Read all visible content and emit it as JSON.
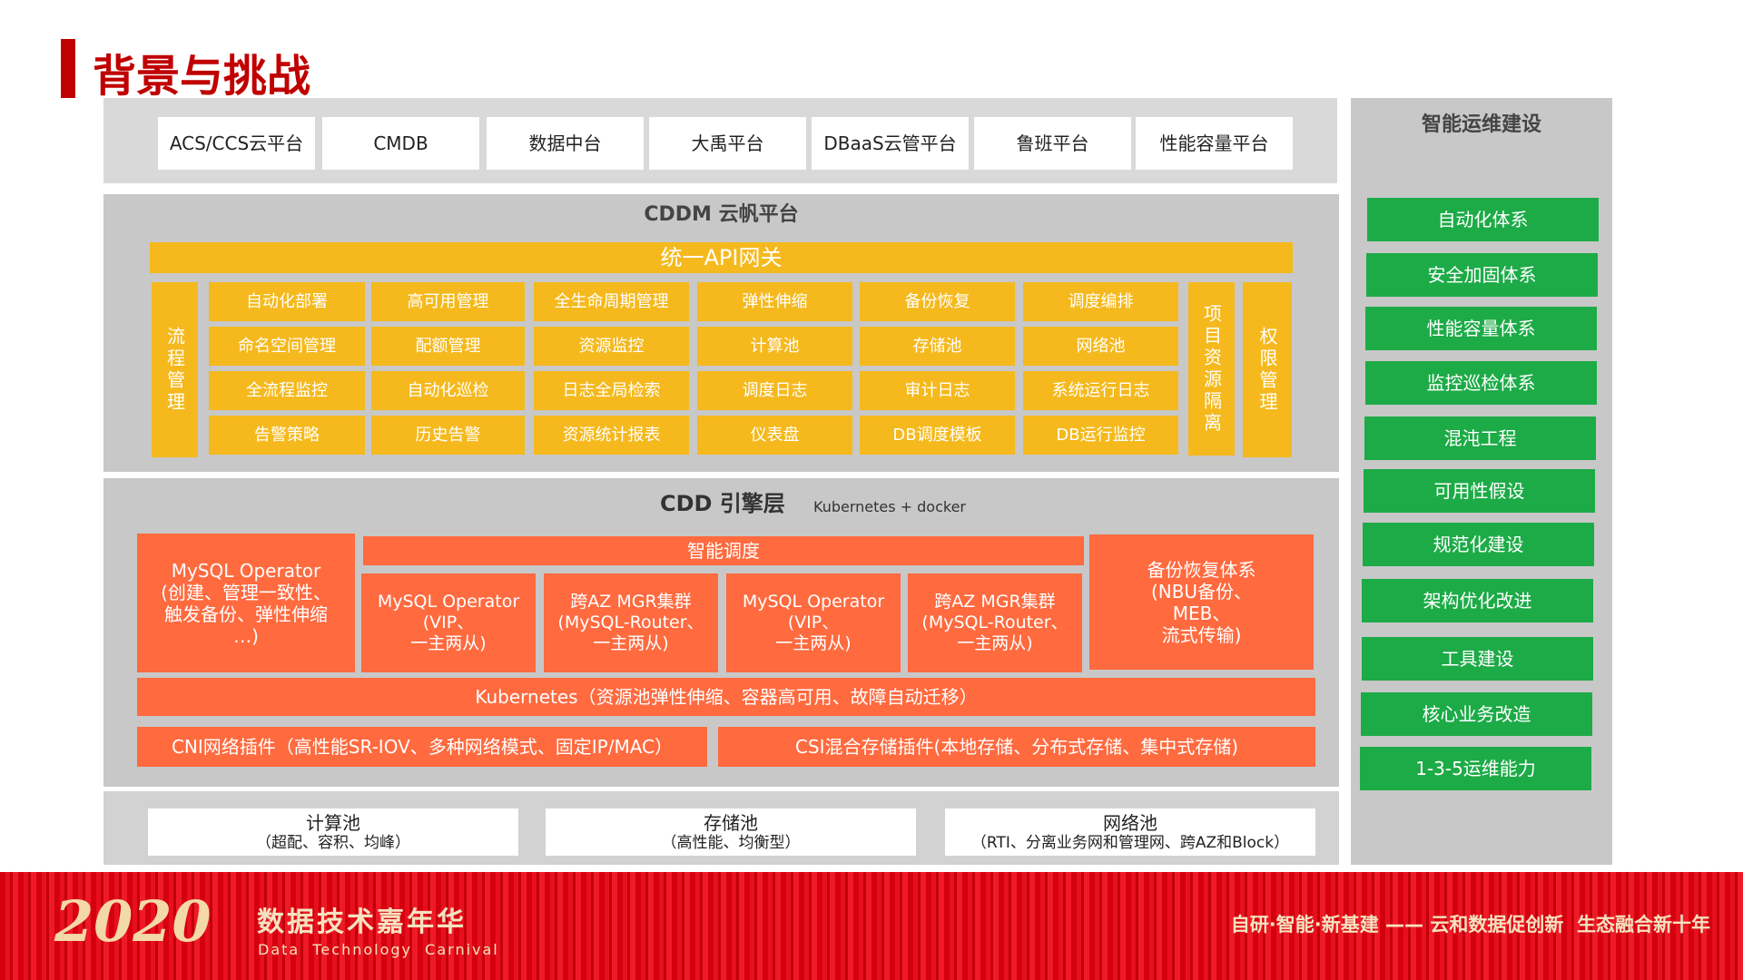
{
  "title": "背景与挑战",
  "top_platforms": [
    "ACS/CCS云平台",
    "CMDB",
    "数据中台",
    "大禹平台",
    "DBaaS云管平台",
    "鲁班平台",
    "性能容量平台"
  ],
  "cddm": {
    "title": "CDDM 云帆平台",
    "api": "统一API网关",
    "left": "流程管理",
    "right1": "项目资源隔离",
    "right2": "权限管理",
    "grid": [
      [
        "自动化部署",
        "高可用管理",
        "全生命周期管理",
        "弹性伸缩",
        "备份恢复",
        "调度编排"
      ],
      [
        "命名空间管理",
        "配额管理",
        "资源监控",
        "计算池",
        "存储池",
        "网络池"
      ],
      [
        "全流程监控",
        "自动化巡检",
        "日志全局检索",
        "调度日志",
        "审计日志",
        "系统运行日志"
      ],
      [
        "告警策略",
        "历史告警",
        "资源统计报表",
        "仪表盘",
        "DB调度模板",
        "DB运行监控"
      ]
    ]
  },
  "cdd": {
    "title": "CDD 引擎层",
    "subtitle": "Kubernetes + docker",
    "operator_main": "MySQL Operator\n(创建、管理一致性、\n触发备份、弹性伸缩\n…)",
    "scheduler": "智能调度",
    "subs": [
      "MySQL Operator\n(VIP、\n一主两从)",
      "跨AZ MGR集群\n(MySQL-Router、\n一主两从)",
      "MySQL Operator\n(VIP、\n一主两从)",
      "跨AZ MGR集群\n(MySQL-Router、\n一主两从)"
    ],
    "backup": "备份恢复体系\n(NBU备份、\nMEB、\n流式传输)",
    "k8s": "Kubernetes（资源池弹性伸缩、容器高可用、故障自动迁移）",
    "cni": "CNI网络插件（高性能SR-IOV、多种网络模式、固定IP/MAC）",
    "csi": "CSI混合存储插件(本地存储、分布式存储、集中式存储)"
  },
  "pools": [
    {
      "name": "计算池",
      "desc": "（超配、容积、均峰）"
    },
    {
      "name": "存储池",
      "desc": "（高性能、均衡型）"
    },
    {
      "name": "网络池",
      "desc": "（RTI、分离业务网和管理网、跨AZ和Block）"
    }
  ],
  "ops": {
    "title": "智能运维建设",
    "items": [
      "自动化体系",
      "安全加固体系",
      "性能容量体系",
      "监控巡检体系",
      "混沌工程",
      "可用性假设",
      "规范化建设",
      "架构优化改进",
      "工具建设",
      "核心业务改造",
      "1-3-5运维能力"
    ]
  },
  "footer": {
    "logo": "2020",
    "name": "数据技术嘉年华",
    "name_en": "Data  Technology  Carnival",
    "slogan": "自研·智能·新基建 —— 云和数据促创新  生态融合新十年"
  },
  "colors": {
    "accent": "#c00000",
    "yellow": "#f5b91d",
    "orange": "#ff6a3f",
    "green": "#1dab47"
  }
}
